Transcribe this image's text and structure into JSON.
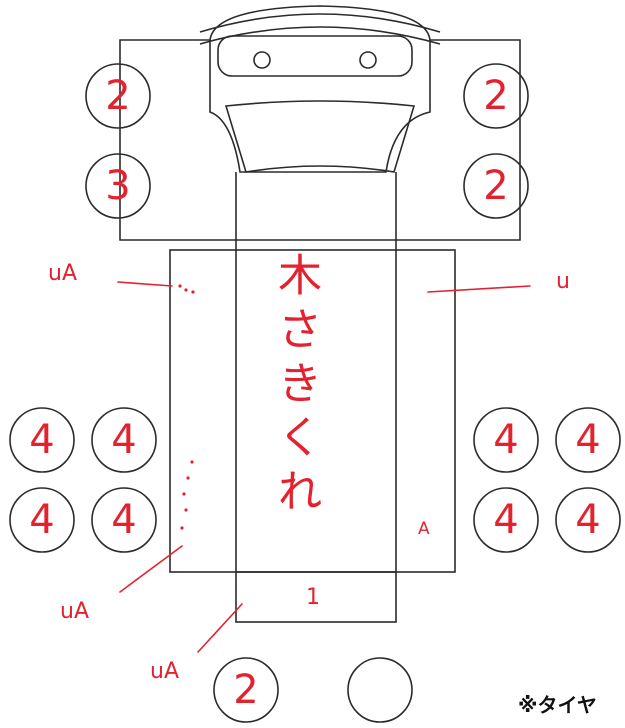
{
  "tires": {
    "front_left_outer": "2",
    "front_left_inner": "3",
    "front_right_outer": "2",
    "front_right_inner": "2",
    "rear_left_1": "4",
    "rear_left_2": "4",
    "rear_left_3": "4",
    "rear_left_4": "4",
    "rear_right_1": "4",
    "rear_right_2": "4",
    "rear_right_3": "4",
    "rear_right_4": "4",
    "spare_left": "2",
    "spare_right": ""
  },
  "annotations": {
    "upper_left": "uA",
    "upper_right": "u",
    "lower_left": "uA",
    "bottom_left": "uA",
    "cargo_right": "A",
    "tail_mark": "1"
  },
  "vertical_text": [
    "木",
    "さ",
    "き",
    "く",
    "れ"
  ],
  "footnote": "※タイヤ",
  "colors": {
    "ink": "#e4222f",
    "outline": "#2b2b2b"
  }
}
